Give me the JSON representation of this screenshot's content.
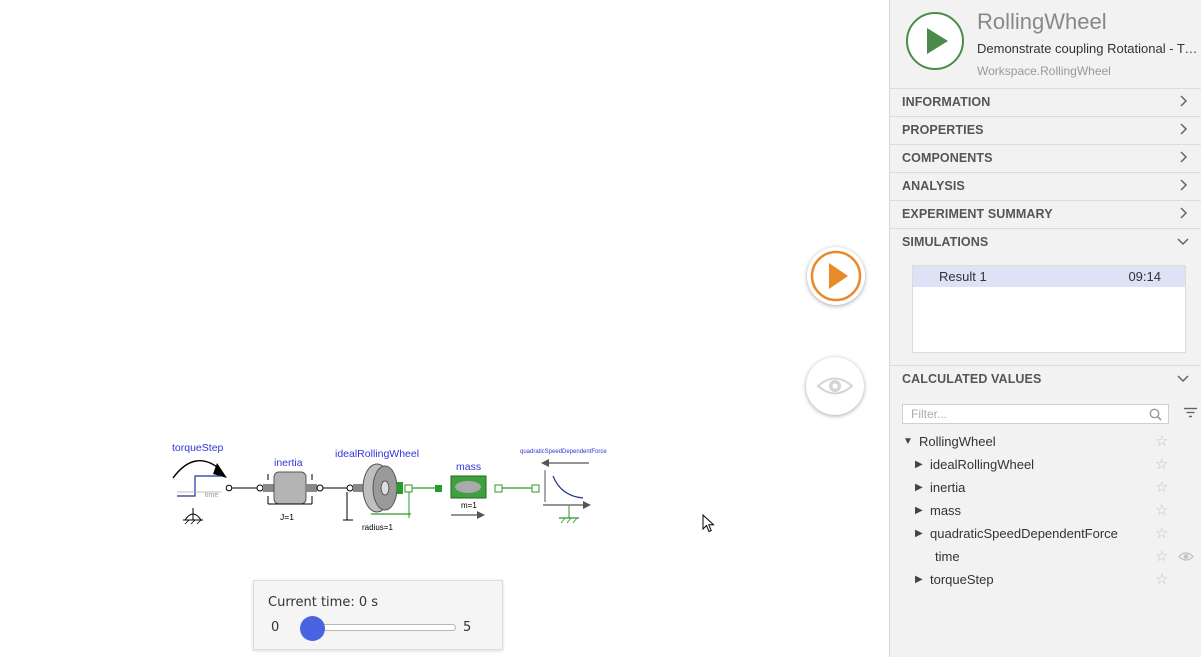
{
  "diagram": {
    "torque_step": "torqueStep",
    "time_label": "time",
    "inertia": "inertia",
    "inertia_param": "J=1",
    "wheel": "idealRollingWheel",
    "wheel_param": "radius=1",
    "mass": "mass",
    "mass_param": "m=1",
    "force": "quadraticSpeedDependentForce"
  },
  "time_panel": {
    "label": "Current time: 0 s",
    "min": "0",
    "max": "5",
    "value": 0
  },
  "buttons": {
    "simulate_icon": "play-icon",
    "visibility_icon": "eye-icon"
  },
  "colors": {
    "accent_orange": "#e8892a",
    "run_green": "#4c8a4c",
    "slider_blue": "#4a63e0",
    "selected_row": "#dde2f7"
  },
  "model": {
    "name": "RollingWheel",
    "description": "Demonstrate coupling Rotational - Tra...",
    "path": "Workspace.RollingWheel"
  },
  "sections": [
    {
      "title": "INFORMATION",
      "state": "collapsed"
    },
    {
      "title": "PROPERTIES",
      "state": "collapsed"
    },
    {
      "title": "COMPONENTS",
      "state": "collapsed"
    },
    {
      "title": "ANALYSIS",
      "state": "collapsed"
    },
    {
      "title": "EXPERIMENT SUMMARY",
      "state": "collapsed"
    },
    {
      "title": "SIMULATIONS",
      "state": "expanded"
    }
  ],
  "simulations": [
    {
      "name": "Result 1",
      "time": "09:14"
    }
  ],
  "calculated_values": {
    "title": "CALCULATED VALUES",
    "filter_placeholder": "Filter...",
    "root": "RollingWheel",
    "items": [
      {
        "label": "idealRollingWheel",
        "expandable": true
      },
      {
        "label": "inertia",
        "expandable": true
      },
      {
        "label": "mass",
        "expandable": true
      },
      {
        "label": "quadraticSpeedDependentForce",
        "expandable": true
      },
      {
        "label": "time",
        "expandable": false
      },
      {
        "label": "torqueStep",
        "expandable": true
      }
    ]
  }
}
